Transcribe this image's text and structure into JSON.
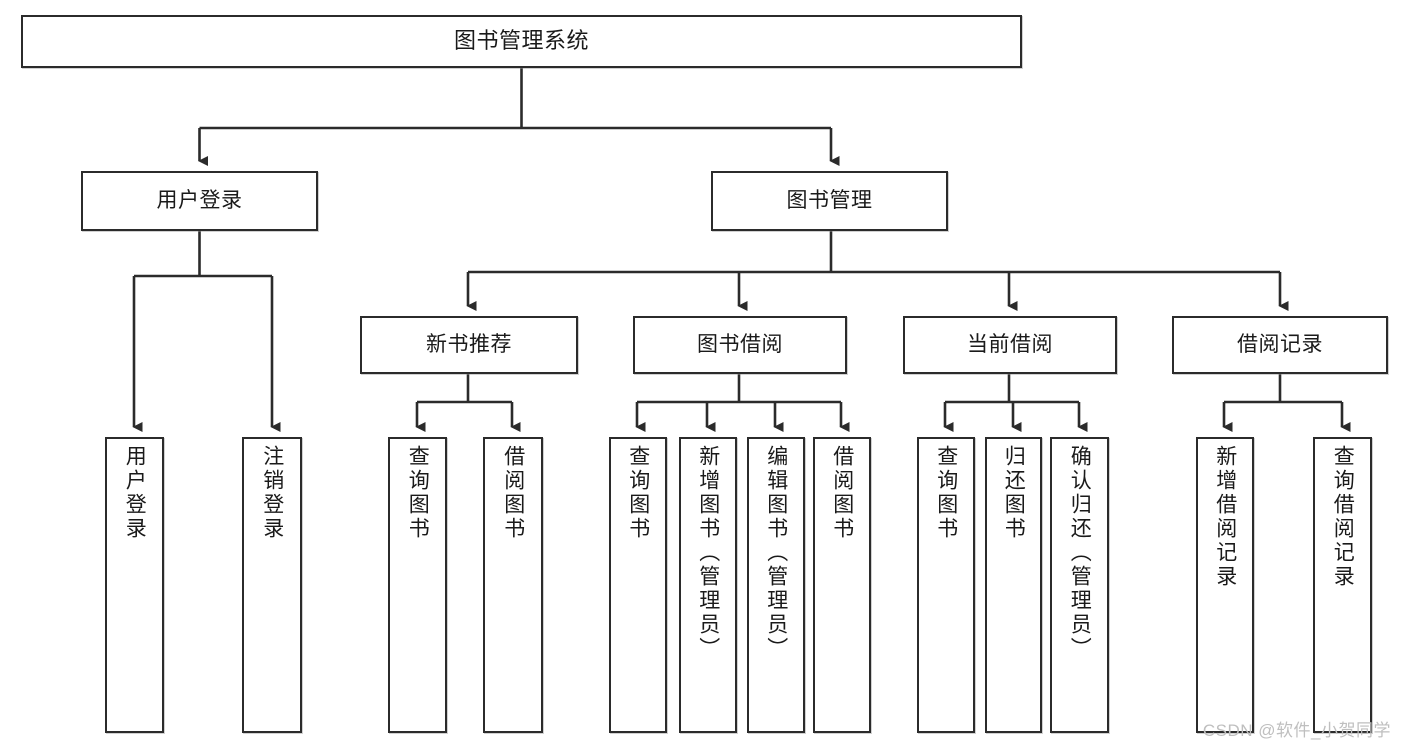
{
  "diagram": {
    "title": "图书管理系统",
    "type": "tree",
    "watermark": "CSDN @软件_小贺同学",
    "colors": {
      "box_border": "#2b2b2b",
      "box_fill": "#ffffff",
      "edge": "#2b2b2b",
      "text": "#1a1a1a",
      "watermark": "#bfbfbf"
    },
    "nodes": {
      "root": {
        "label": "图书管理系统",
        "level": 0,
        "orientation": "horizontal"
      },
      "user_login": {
        "label": "用户登录",
        "level": 1,
        "orientation": "horizontal"
      },
      "book_manage": {
        "label": "图书管理",
        "level": 1,
        "orientation": "horizontal"
      },
      "new_book_rec": {
        "label": "新书推荐",
        "level": 2,
        "orientation": "horizontal"
      },
      "book_borrow": {
        "label": "图书借阅",
        "level": 2,
        "orientation": "horizontal"
      },
      "current_borrow": {
        "label": "当前借阅",
        "level": 2,
        "orientation": "horizontal"
      },
      "borrow_record": {
        "label": "借阅记录",
        "level": 2,
        "orientation": "horizontal"
      },
      "leaf_user_login": {
        "label": "用户登录",
        "level": 2,
        "orientation": "vertical"
      },
      "leaf_logout": {
        "label": "注销登录",
        "level": 2,
        "orientation": "vertical"
      },
      "leaf_query_book_1": {
        "label": "查询图书",
        "level": 3,
        "orientation": "vertical"
      },
      "leaf_borrow_book_1": {
        "label": "借阅图书",
        "level": 3,
        "orientation": "vertical"
      },
      "leaf_query_book_2": {
        "label": "查询图书",
        "level": 3,
        "orientation": "vertical"
      },
      "leaf_add_book": {
        "label": "新增图书（管理员）",
        "level": 3,
        "orientation": "vertical"
      },
      "leaf_edit_book": {
        "label": "编辑图书（管理员）",
        "level": 3,
        "orientation": "vertical"
      },
      "leaf_borrow_book_2": {
        "label": "借阅图书",
        "level": 3,
        "orientation": "vertical"
      },
      "leaf_query_book_3": {
        "label": "查询图书",
        "level": 3,
        "orientation": "vertical"
      },
      "leaf_return_book": {
        "label": "归还图书",
        "level": 3,
        "orientation": "vertical"
      },
      "leaf_confirm_return": {
        "label": "确认归还（管理员）",
        "level": 3,
        "orientation": "vertical"
      },
      "leaf_add_record": {
        "label": "新增借阅记录",
        "level": 3,
        "orientation": "vertical"
      },
      "leaf_query_record": {
        "label": "查询借阅记录",
        "level": 3,
        "orientation": "vertical"
      }
    },
    "edges": [
      {
        "from": "root",
        "to": "user_login"
      },
      {
        "from": "root",
        "to": "book_manage"
      },
      {
        "from": "user_login",
        "to": "leaf_user_login"
      },
      {
        "from": "user_login",
        "to": "leaf_logout"
      },
      {
        "from": "book_manage",
        "to": "new_book_rec"
      },
      {
        "from": "book_manage",
        "to": "book_borrow"
      },
      {
        "from": "book_manage",
        "to": "current_borrow"
      },
      {
        "from": "book_manage",
        "to": "borrow_record"
      },
      {
        "from": "new_book_rec",
        "to": "leaf_query_book_1"
      },
      {
        "from": "new_book_rec",
        "to": "leaf_borrow_book_1"
      },
      {
        "from": "book_borrow",
        "to": "leaf_query_book_2"
      },
      {
        "from": "book_borrow",
        "to": "leaf_add_book"
      },
      {
        "from": "book_borrow",
        "to": "leaf_edit_book"
      },
      {
        "from": "book_borrow",
        "to": "leaf_borrow_book_2"
      },
      {
        "from": "current_borrow",
        "to": "leaf_query_book_3"
      },
      {
        "from": "current_borrow",
        "to": "leaf_return_book"
      },
      {
        "from": "current_borrow",
        "to": "leaf_confirm_return"
      },
      {
        "from": "borrow_record",
        "to": "leaf_add_record"
      },
      {
        "from": "borrow_record",
        "to": "leaf_query_record"
      }
    ]
  }
}
